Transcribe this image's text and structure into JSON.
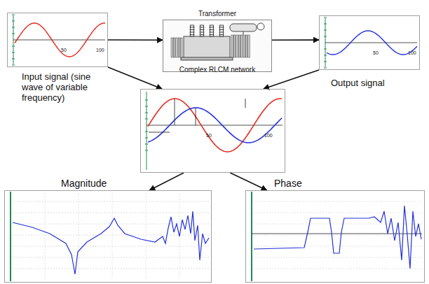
{
  "diagram": {
    "nodes": [
      {
        "text": [
          "Input signal (sine wave of variable frequency)",
          "50",
          "100"
        ]
      },
      {
        "text": [
          "Transformer",
          "Complex RLCM network"
        ]
      },
      {
        "text": [
          "Output signal",
          "50",
          "100"
        ]
      },
      {
        "text": [
          "50",
          "100"
        ]
      },
      {
        "text": [
          "Magnitude"
        ]
      },
      {
        "text": [
          "Phase"
        ]
      }
    ],
    "edges": [
      {
        "from": 0,
        "to": 1,
        "arrow": "to"
      },
      {
        "from": 1,
        "to": 2,
        "arrow": "to"
      },
      {
        "from": 0,
        "to": 3,
        "arrow": "to"
      },
      {
        "from": 2,
        "to": 3,
        "arrow": "to"
      },
      {
        "from": 3,
        "to": 4,
        "arrow": "to"
      },
      {
        "from": 3,
        "to": 5,
        "arrow": "to"
      }
    ]
  }
}
